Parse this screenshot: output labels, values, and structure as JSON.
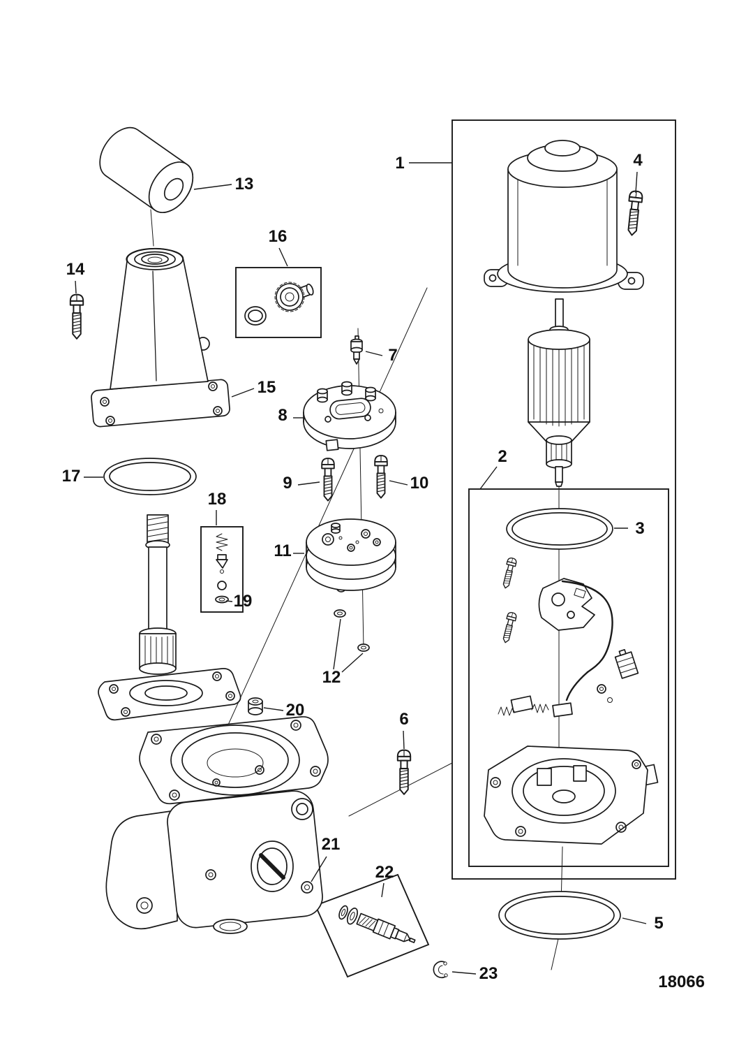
{
  "diagram": {
    "drawing_number": "18066",
    "callouts": [
      "1",
      "2",
      "3",
      "4",
      "5",
      "6",
      "7",
      "8",
      "9",
      "10",
      "11",
      "12",
      "13",
      "14",
      "15",
      "16",
      "17",
      "18",
      "19",
      "20",
      "21",
      "22",
      "23"
    ]
  }
}
